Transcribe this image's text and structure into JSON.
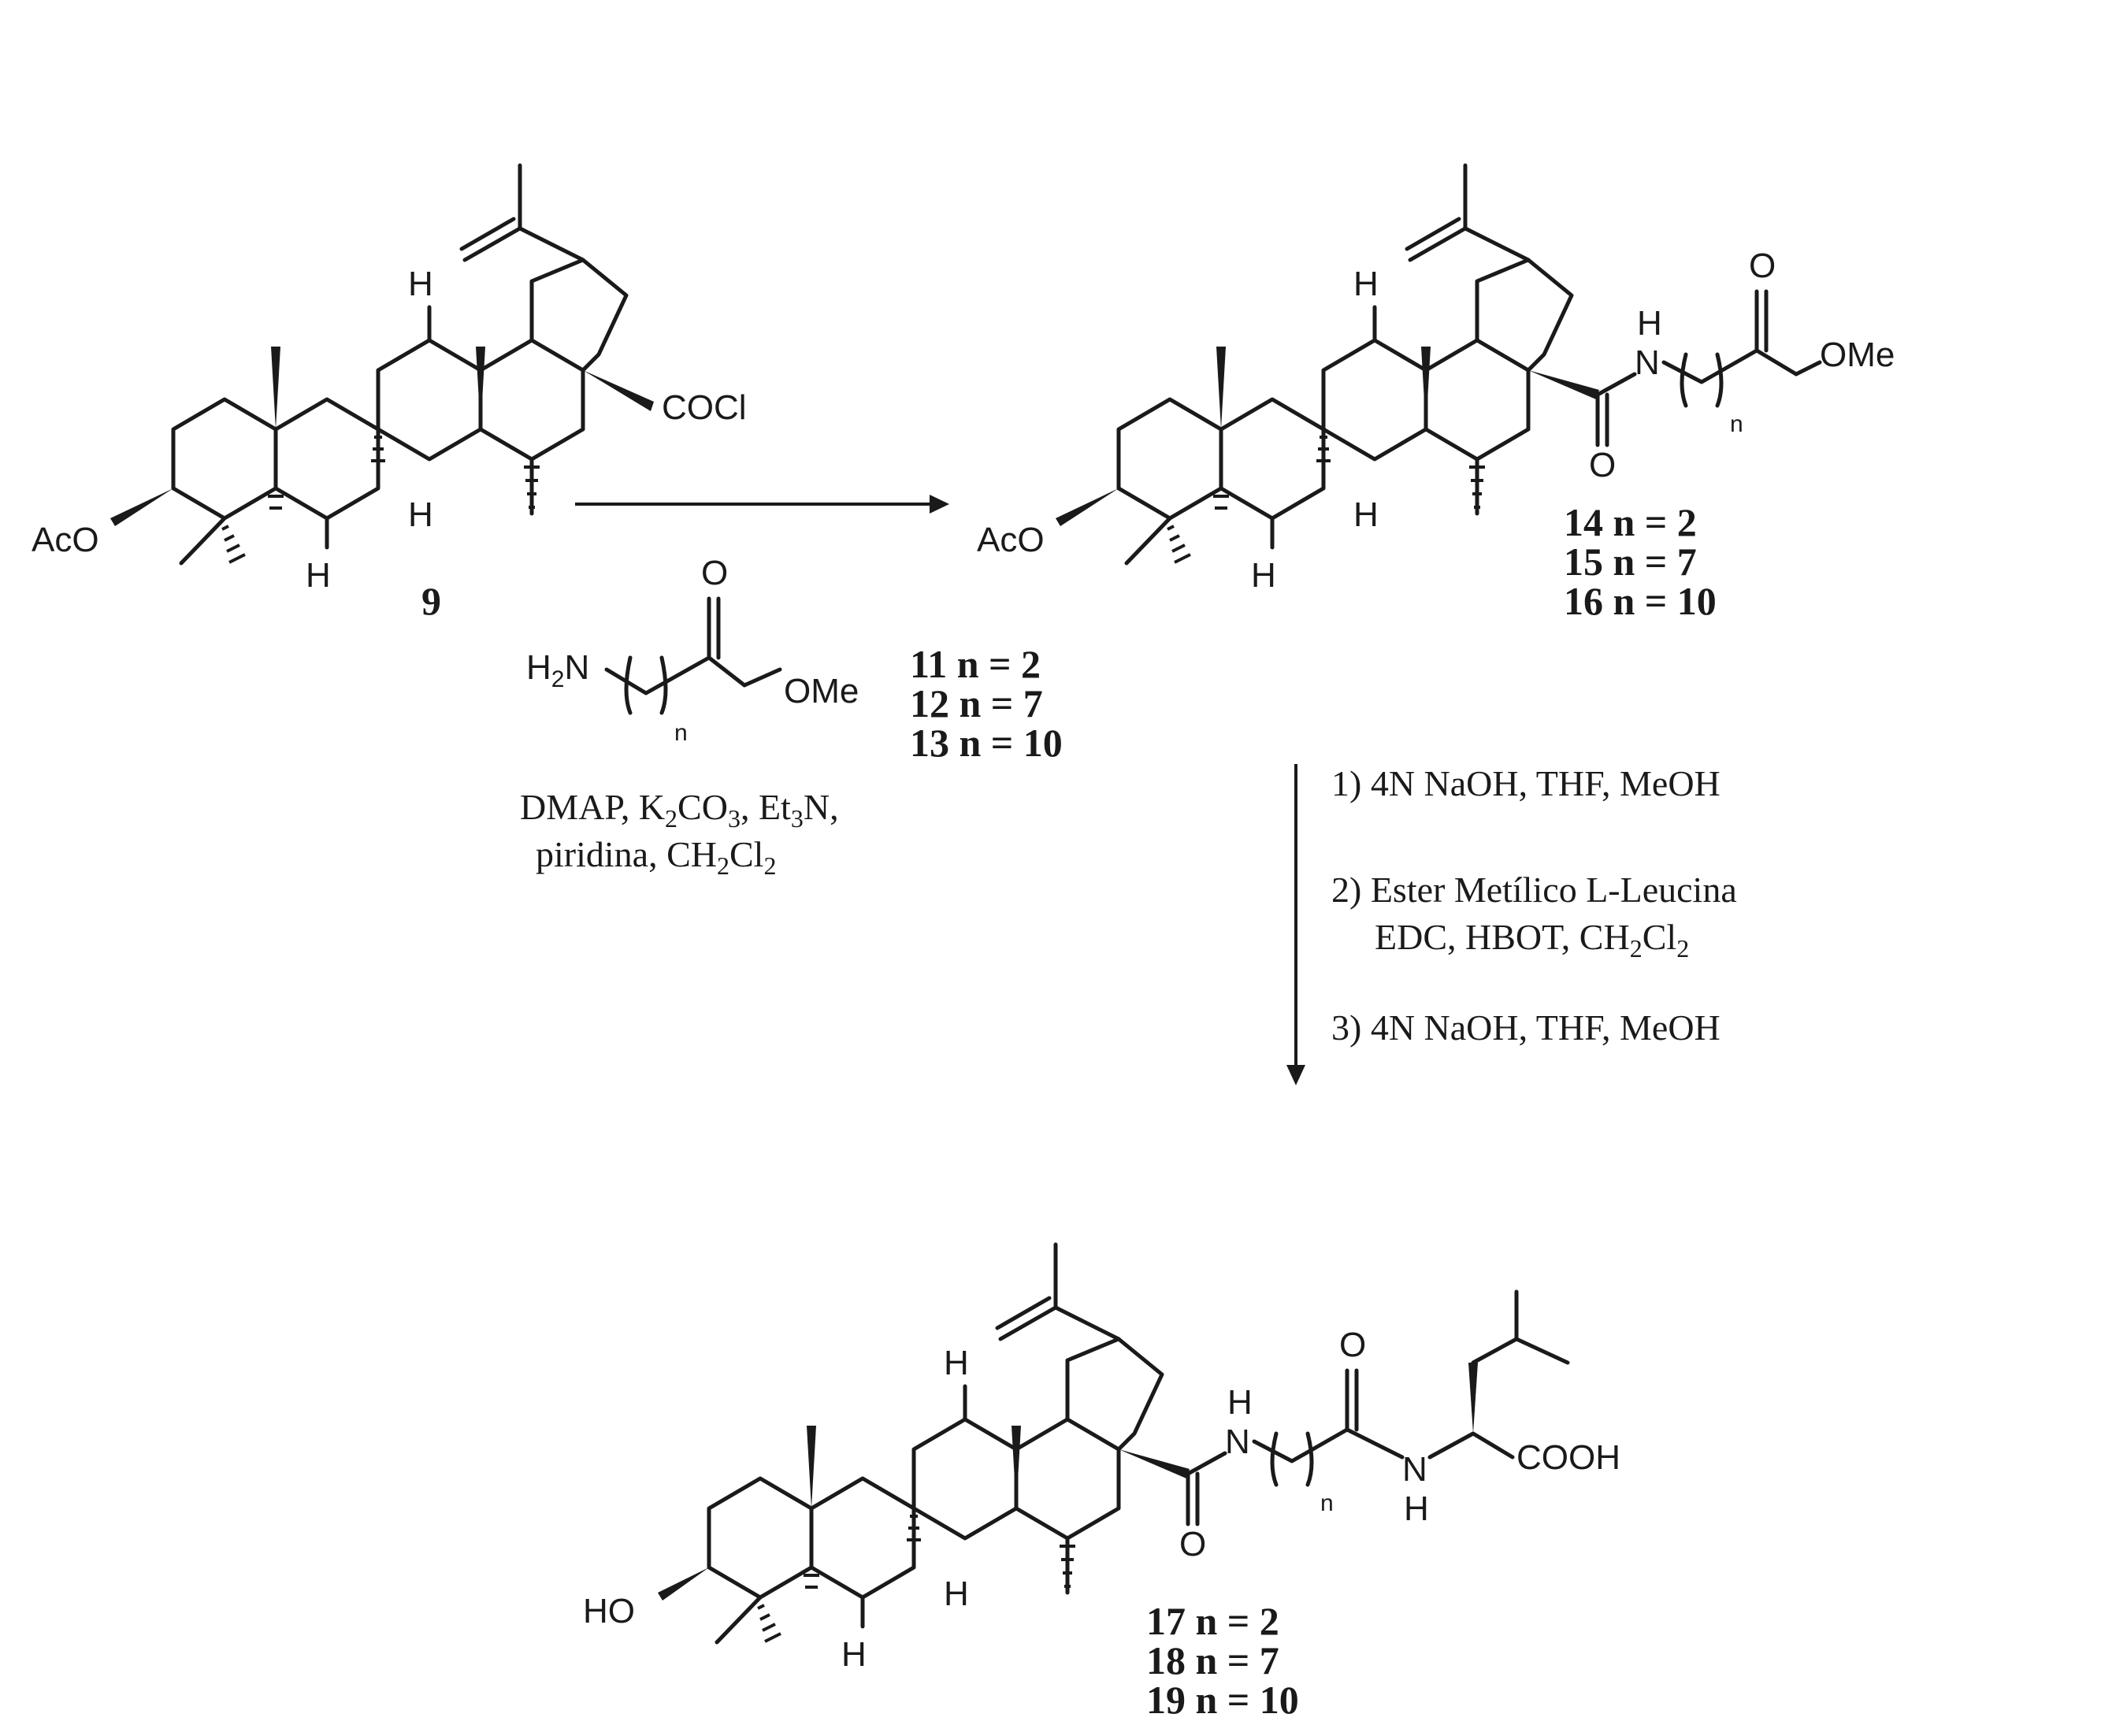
{
  "scheme": {
    "start_material": {
      "number": "9",
      "substituent_acid_chloride": "COCl",
      "substituent_3": "AcO",
      "h_label": "H"
    },
    "amine": {
      "h2n": "H2N",
      "ome": "OMe",
      "o": "O",
      "n_sub": "n",
      "compounds": [
        "11 n = 2",
        "12 n = 7",
        "13 n = 10"
      ]
    },
    "step1_conditions": {
      "line1": "DMAP, K2CO3, Et3N,",
      "line2": "piridina, CH2Cl2"
    },
    "ester_products": {
      "compounds": [
        "14 n = 2",
        "15 n = 7",
        "16 n = 10"
      ],
      "nh": "H",
      "n_atom": "N",
      "ome": "OMe",
      "o": "O",
      "acO": "AcO"
    },
    "step2_conditions": {
      "line1": "1) 4N NaOH, THF, MeOH",
      "line2a": "2) Ester  Metílico L-Leucina",
      "line2b": "EDC, HBOT, CH2Cl2",
      "line3": "3) 4N NaOH, THF, MeOH"
    },
    "final_products": {
      "compounds": [
        "17 n = 2",
        "18 n = 7",
        "19 n = 10"
      ],
      "ho": "HO",
      "cooh": "COOH",
      "n_atom": "N",
      "h": "H",
      "o": "O",
      "n_sub": "n"
    }
  }
}
